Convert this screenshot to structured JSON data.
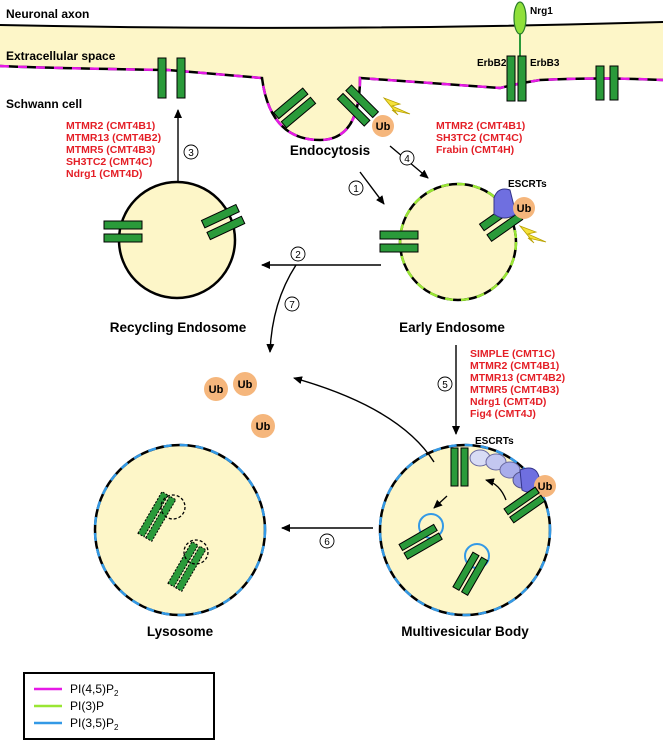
{
  "labels": {
    "neuronal_axon": "Neuronal axon",
    "extracellular_space": "Extracellular space",
    "schwann_cell": "Schwann cell",
    "nrg1": "Nrg1",
    "erbb2": "ErbB2",
    "erbb3": "ErbB3",
    "endocytosis": "Endocytosis",
    "escrts_top": "ESCRTs",
    "escrts_mvb": "ESCRTs",
    "recycling_endosome": "Recycling Endosome",
    "early_endosome": "Early Endosome",
    "lysosome": "Lysosome",
    "multivesicular_body": "Multivesicular Body",
    "ub": "Ub"
  },
  "steps": [
    "1",
    "2",
    "3",
    "4",
    "5",
    "6",
    "7"
  ],
  "gene_lists": {
    "recycling": [
      "MTMR2 (CMT4B1)",
      "MTMR13 (CMT4B2)",
      "MTMR5 (CMT4B3)",
      "SH3TC2 (CMT4C)",
      "Ndrg1 (CMT4D)"
    ],
    "endocytosis": [
      "MTMR2 (CMT4B1)",
      "SH3TC2 (CMT4C)",
      "Frabin (CMT4H)"
    ],
    "mvb": [
      "SIMPLE (CMT1C)",
      "MTMR2 (CMT4B1)",
      "MTMR13 (CMT4B2)",
      "MTMR5 (CMT4B3)",
      "Ndrg1 (CMT4D)",
      "Fig4 (CMT4J)"
    ]
  },
  "legend": [
    {
      "label": "PI(4,5)P",
      "sub": "2",
      "color": "#e619e6"
    },
    {
      "label": "PI(3)P",
      "sub": "",
      "color": "#99e633"
    },
    {
      "label": "PI(3,5)P",
      "sub": "2",
      "color": "#3399e6"
    }
  ],
  "colors": {
    "membrane_fill": "#fdf6c8",
    "receptor": "#2a9a3a",
    "ub": "#f5b67c",
    "escrt": "#6f6fe0",
    "alert": "#f5e13a",
    "gene_text": "#e41e26"
  }
}
